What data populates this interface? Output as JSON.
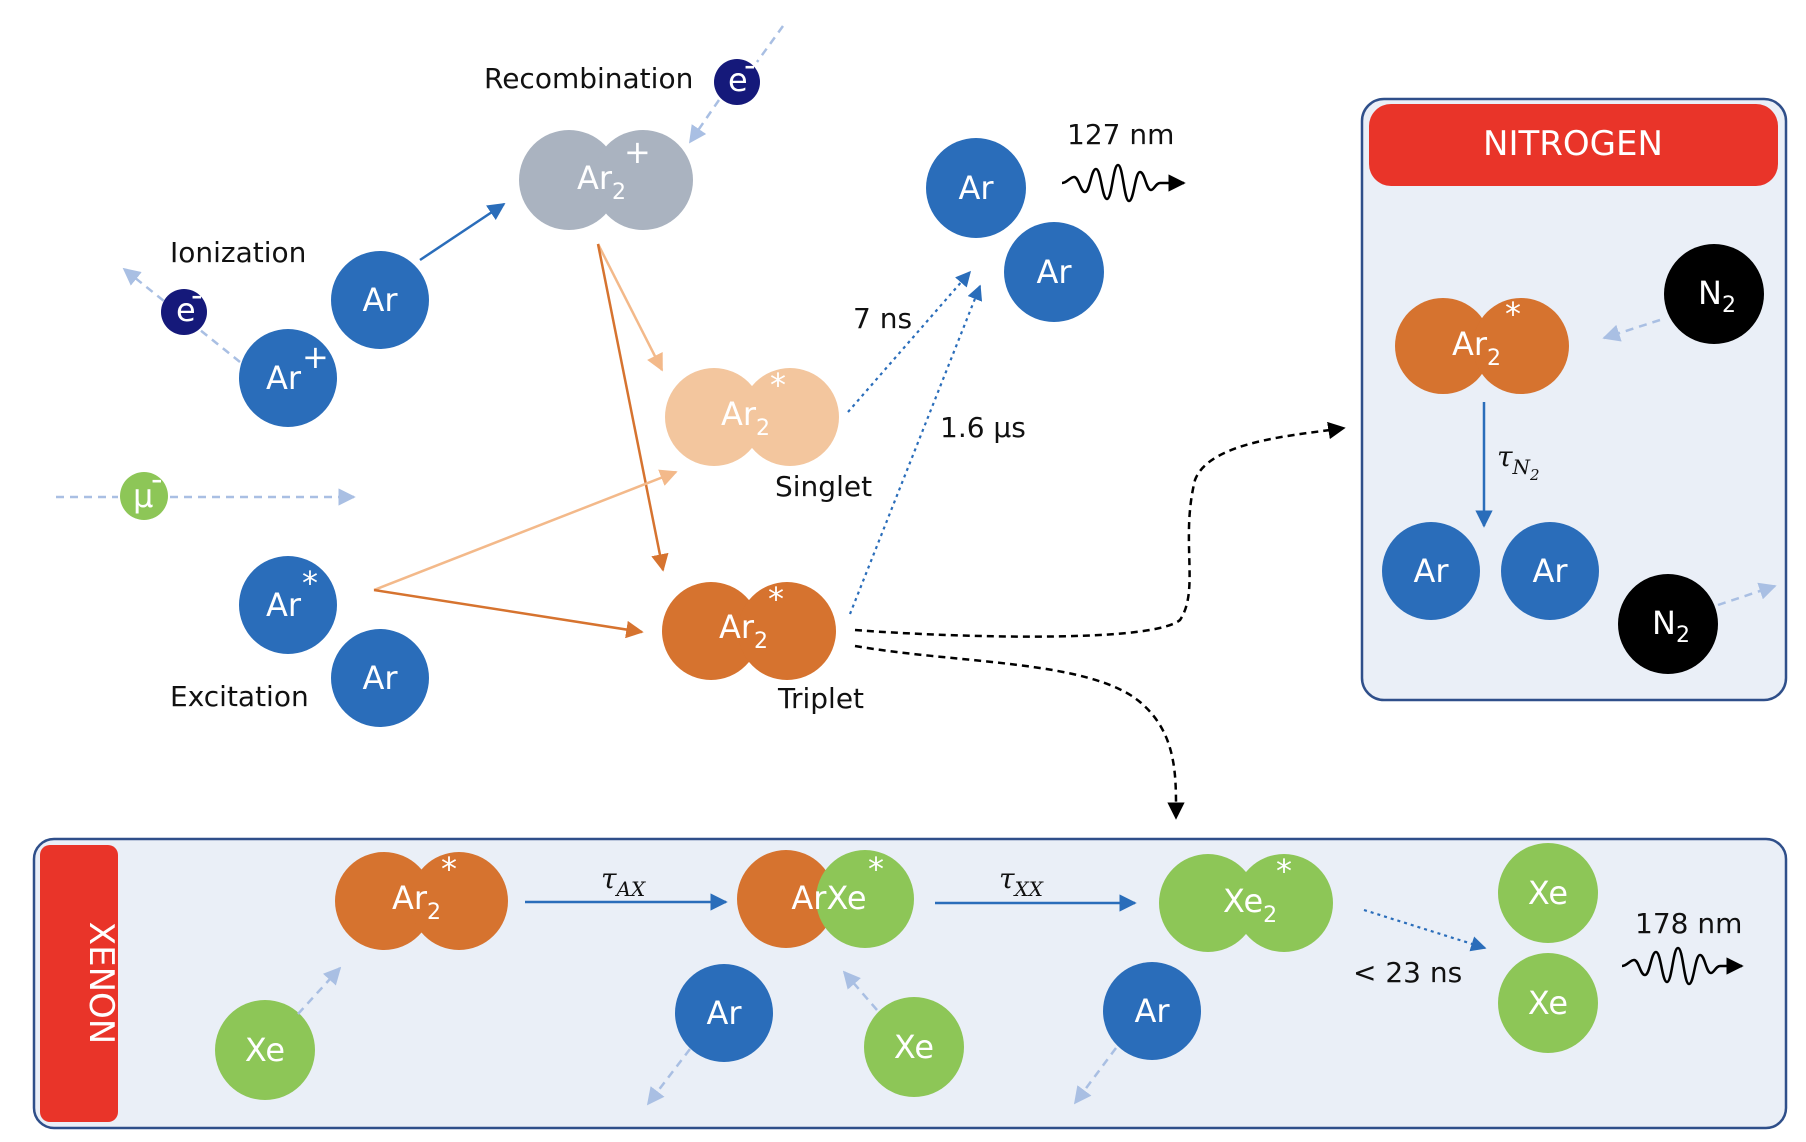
{
  "colors": {
    "argon": "#2a6dba",
    "electron": "#15197a",
    "muon": "#8dc657",
    "ionized_dimer": "#aab3c0",
    "singlet": "#f3c69e",
    "triplet": "#d6732f",
    "xenon": "#8dc657",
    "nitrogen": "#000000",
    "panel_fill": "#eaeff7",
    "panel_border": "#2f4f8a",
    "banner": "#e93429"
  },
  "labels": {
    "recombination": "Recombination",
    "ionization": "Ionization",
    "excitation": "Excitation",
    "singlet": "Singlet",
    "triplet": "Triplet",
    "singlet_time": "7 ns",
    "triplet_time": "1.6 µs",
    "emission_ar": "127 nm",
    "emission_xe": "178 nm",
    "xe_time": "< 23 ns"
  },
  "atoms": {
    "ar": "Ar",
    "ar_base": "Ar",
    "ar_sub": "2",
    "plus": "+",
    "star": "*",
    "electron": "e",
    "minus": "-",
    "muon": "µ",
    "xe": "Xe",
    "xe_base": "Xe",
    "xe_sub": "2",
    "arxe": "ArXe",
    "n_base": "N",
    "n_sub": "2"
  },
  "nitrogen_box": {
    "title": "NITROGEN",
    "tau": "τ",
    "tau_sub": "N",
    "tau_subsub": "2"
  },
  "xenon_box": {
    "title": "XENON",
    "tau_ax": "τ",
    "tau_ax_sub": "AX",
    "tau_xx": "τ",
    "tau_xx_sub": "XX"
  }
}
